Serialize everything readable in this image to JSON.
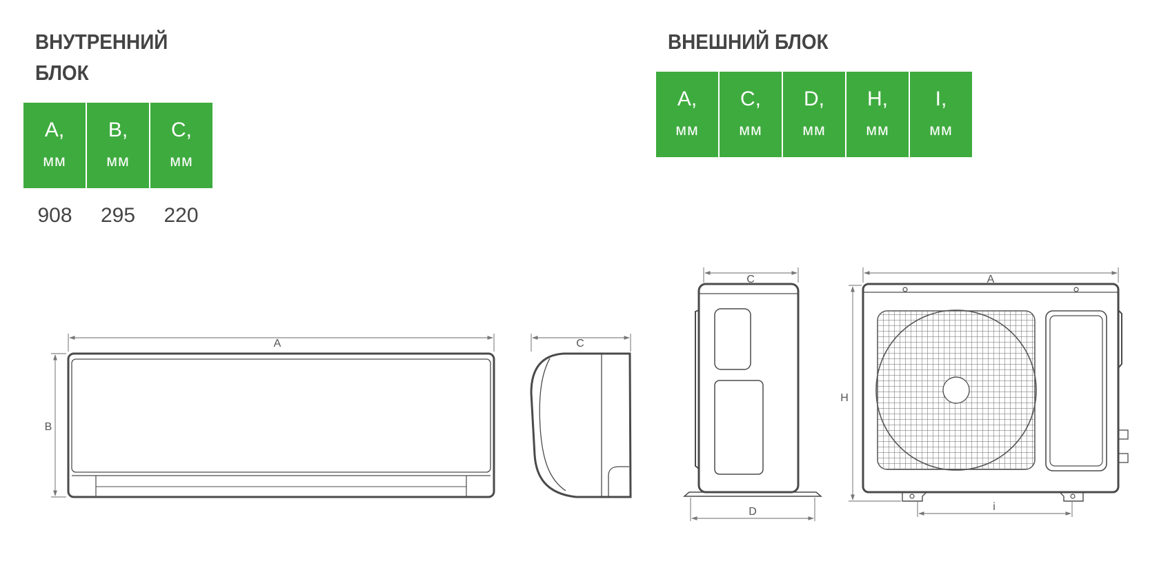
{
  "indoor": {
    "title_line1": "ВНУТРЕННИЙ",
    "title_line2": "БЛОК",
    "headers": [
      {
        "letter": "A,",
        "unit": "мм"
      },
      {
        "letter": "B,",
        "unit": "мм"
      },
      {
        "letter": "C,",
        "unit": "мм"
      }
    ],
    "values": [
      "908",
      "295",
      "220"
    ]
  },
  "outdoor": {
    "title": "ВНЕШНИЙ БЛОК",
    "headers": [
      {
        "letter": "A,",
        "unit": "мм"
      },
      {
        "letter": "C,",
        "unit": "мм"
      },
      {
        "letter": "D,",
        "unit": "мм"
      },
      {
        "letter": "H,",
        "unit": "мм"
      },
      {
        "letter": "I,",
        "unit": "мм"
      }
    ]
  },
  "drawing_labels": {
    "indoor_front_width": "A",
    "indoor_front_height": "B",
    "indoor_side_depth": "C",
    "outdoor_side_depth": "C",
    "outdoor_side_base": "D",
    "outdoor_front_width": "A",
    "outdoor_front_height": "H",
    "outdoor_front_feet": "i"
  },
  "colors": {
    "header_green": "#3eab3e",
    "text": "#444444",
    "line": "#4a4a4a"
  }
}
